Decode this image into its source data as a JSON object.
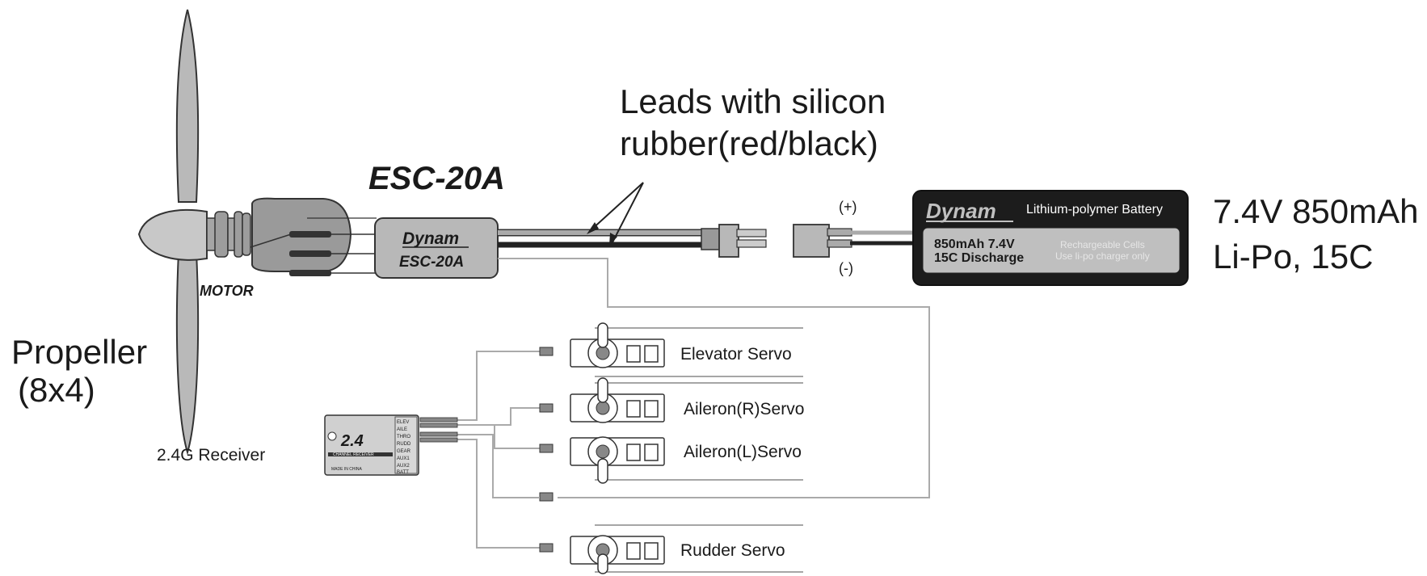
{
  "leads_label": {
    "line1": "Leads with silicon",
    "line2": "rubber(red/black)"
  },
  "esc": {
    "title": "ESC-20A",
    "brand": "Dynam",
    "model": "ESC-20A"
  },
  "motor_label": "MOTOR",
  "propeller": {
    "line1": "Propeller",
    "line2": "(8x4)"
  },
  "battery": {
    "brand": "Dynam",
    "type": "Lithium-polymer Battery",
    "spec_line1": "850mAh 7.4V",
    "spec_line2": "15C Discharge",
    "note_line1": "Rechargeable Cells",
    "note_line2": "Use li-po charger only",
    "label_line1": "7.4V 850mAh",
    "label_line2": "Li-Po, 15C"
  },
  "polarity": {
    "plus": "(+)",
    "minus": "(-)"
  },
  "receiver": {
    "label": "2.4G  Receiver",
    "logo": "2.4",
    "strip": "CHANNEL RECEIVER",
    "made_in": "MADE IN CHINA",
    "ports": [
      "ELEV",
      "AILE",
      "THRO",
      "RUDD",
      "GEAR",
      "AUX1",
      "AUX2",
      "BATT"
    ]
  },
  "servos": {
    "elevator": "Elevator   Servo",
    "aileron_r": "Aileron(R)Servo",
    "aileron_l": "Aileron(L)Servo",
    "rudder": "Rudder   Servo"
  }
}
